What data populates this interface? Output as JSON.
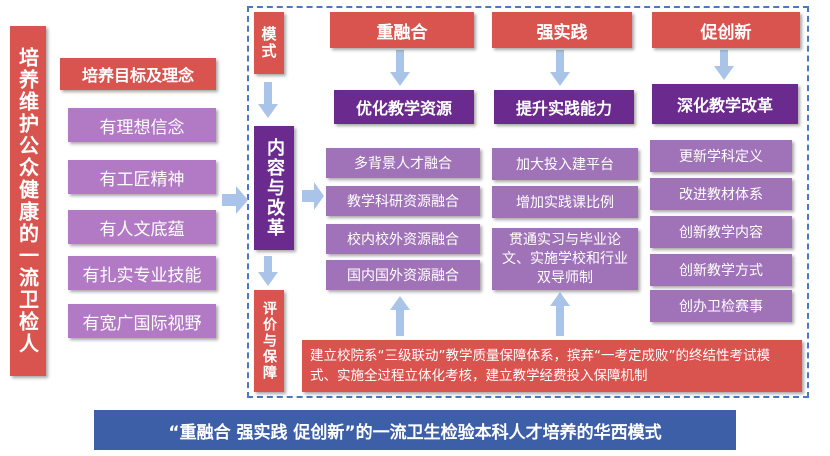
{
  "left_column": {
    "title": "培养维护公众健康的一流卫检人",
    "header": "培养目标及理念",
    "items": [
      "有理想信念",
      "有工匠精神",
      "有人文底蕴",
      "有扎实专业技能",
      "有宽广国际视野"
    ]
  },
  "center_column": {
    "mode": "模式",
    "content": "内容与改革",
    "evaluation": "评价与保障"
  },
  "columns": [
    {
      "top": "重融合",
      "sub": "优化教学资源",
      "cells": [
        "多背景人才融合",
        "教学科研资源融合",
        "校内校外资源融合",
        "国内国外资源融合"
      ]
    },
    {
      "top": "强实践",
      "sub": "提升实践能力",
      "cells": [
        "加大投入建平台",
        "增加实践课比例",
        "贯通实习与毕业论文、实施学校和行业双导师制"
      ]
    },
    {
      "top": "促创新",
      "sub": "深化教学改革",
      "cells": [
        "更新学科定义",
        "改进教材体系",
        "创新教学内容",
        "创新教学方式",
        "创办卫检赛事"
      ]
    }
  ],
  "bottom_box": "建立校院系“三级联动”教学质量保障体系，摈弃“一考定成败”的终结性考试模式、实施全过程立体化考核，建立教学经费投入保障机制",
  "footer": "“重融合 强实践 促创新”的一流卫生检验本科人才培养的华西模式",
  "colors": {
    "red": "#d9534f",
    "purple_deep": "#6a2a8e",
    "purple_light": "#b27ac4",
    "arrow": "#a9c4e8",
    "footer_bg": "#3d5fa8",
    "dashed_border": "#4a78c2"
  }
}
